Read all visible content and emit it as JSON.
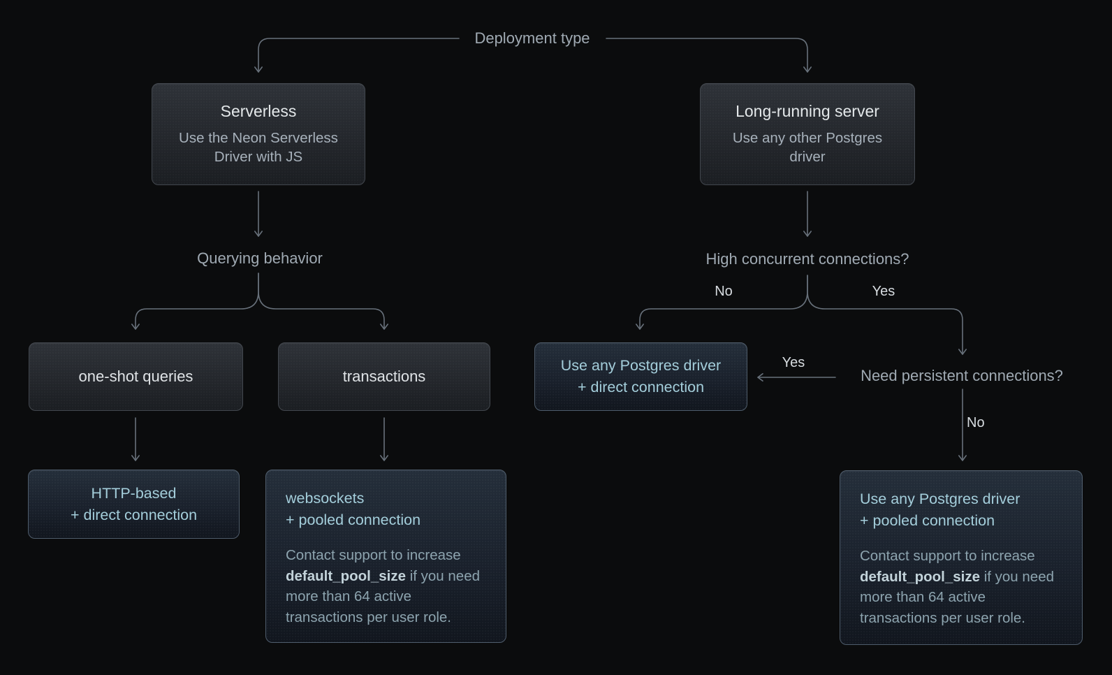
{
  "colors": {
    "page_bg": "#0b0c0d",
    "line": "#68717b",
    "grey_box_border": "#43484f",
    "blue_box_border": "#4f5d6c",
    "accent_cyan": "#a4cedb",
    "note_text": "#8da4af",
    "note_bold": "#c3d3da",
    "label_text": "#a0aab3",
    "yes_no_text": "#d7dce0",
    "title_text": "#e4e8ea",
    "subtitle_text": "#a7b1bb"
  },
  "root": {
    "label": "Deployment type"
  },
  "serverless_branch": {
    "box": {
      "title": "Serverless",
      "subtitle": "Use the Neon Serverless Driver with JS"
    },
    "question": "Querying behavior",
    "oneshot": {
      "label": "one-shot queries"
    },
    "transactions": {
      "label": "transactions"
    },
    "http_result": {
      "line1": "HTTP-based",
      "line2": "+ direct connection"
    },
    "websockets_result": {
      "line1": "websockets",
      "line2": "+ pooled connection",
      "note_before": "Contact support to increase ",
      "note_bold": "default_pool_size",
      "note_after": " if you need more than 64 active transactions per user role."
    }
  },
  "server_branch": {
    "box": {
      "title": "Long-running server",
      "subtitle": "Use any other Postgres driver"
    },
    "question": "High concurrent connections?",
    "no_label": "No",
    "yes_label": "Yes",
    "direct_result": {
      "line1": "Use any Postgres driver",
      "line2": "+ direct connection"
    },
    "question2": "Need persistent connections?",
    "persistent_yes_label": "Yes",
    "persistent_no_label": "No",
    "pooled_result": {
      "line1": "Use any Postgres driver",
      "line2": "+ pooled connection",
      "note_before": "Contact support to increase ",
      "note_bold": "default_pool_size",
      "note_after": " if you need more than 64 active transactions per user role."
    }
  }
}
